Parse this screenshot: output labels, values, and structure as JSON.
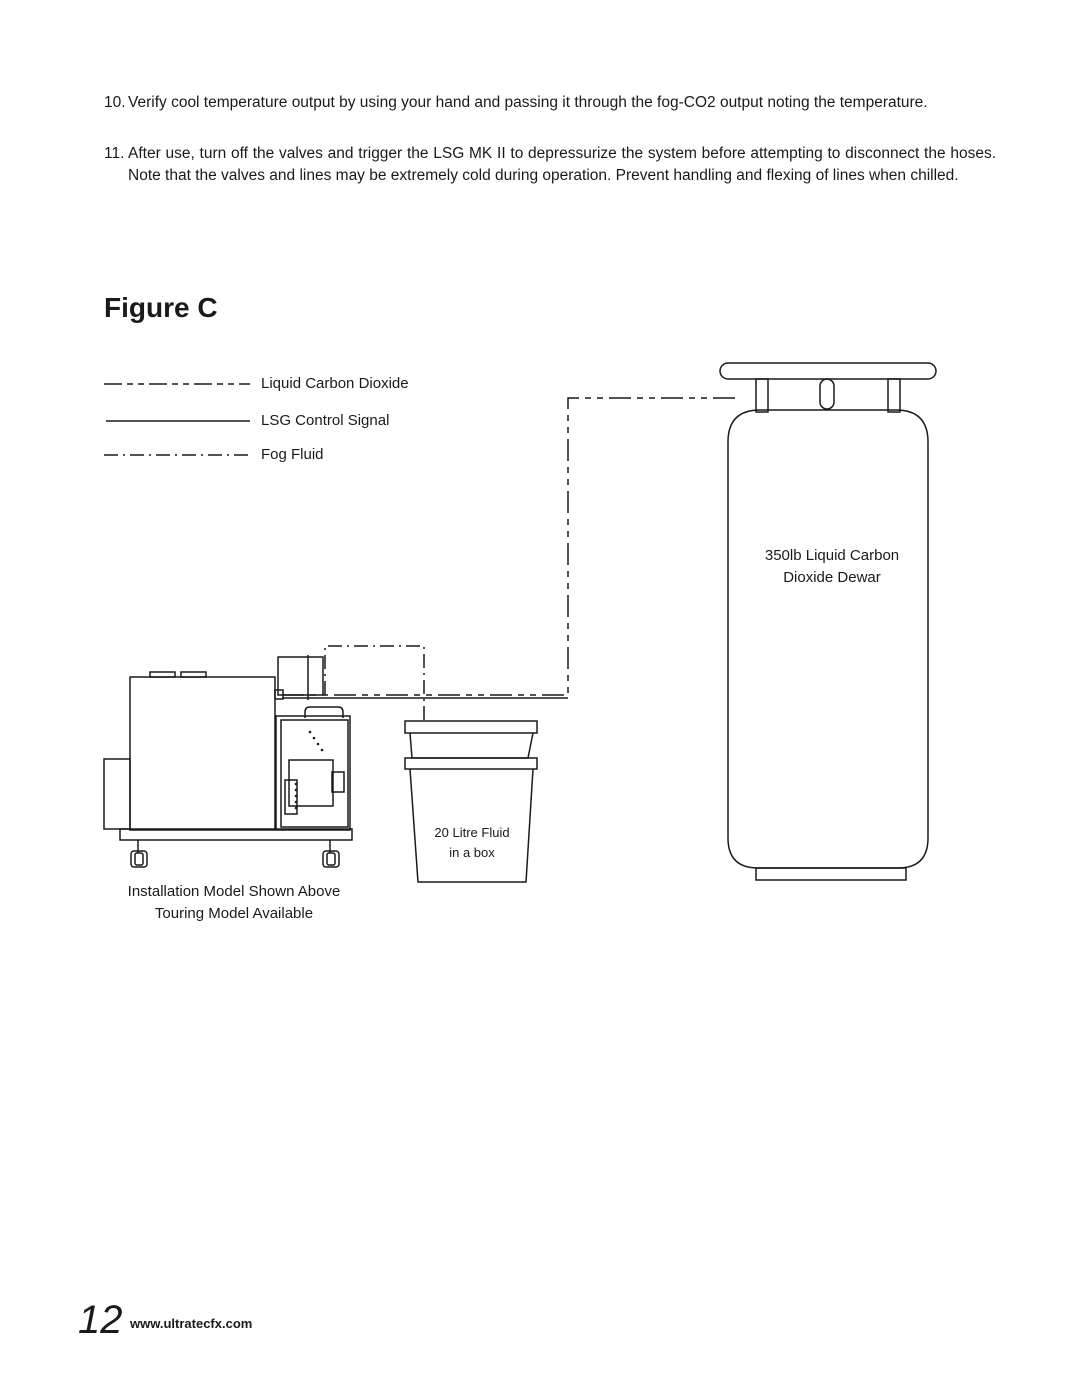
{
  "instructions": [
    {
      "number": "10.",
      "text": "Verify cool temperature output by using your hand and passing it through the fog-CO2 output noting the temperature."
    },
    {
      "number": "11.",
      "text": "After use, turn off the valves and trigger the LSG MK II to depressurize the system before attempting to disconnect the hoses. Note that the valves and lines may be extremely cold during operation. Prevent handling and flexing of lines when chilled."
    }
  ],
  "figure": {
    "title": "Figure C",
    "legend": [
      {
        "label": "Liquid Carbon Dioxide",
        "line_style": "long-dash-short-dash"
      },
      {
        "label": "LSG Control Signal",
        "line_style": "solid"
      },
      {
        "label": "Fog Fluid",
        "line_style": "dash-dot"
      }
    ],
    "machine_caption_line1": "Installation Model Shown Above",
    "machine_caption_line2": "Touring Model Available",
    "fluid_box_line1": "20 Litre Fluid",
    "fluid_box_line2": "in a box",
    "dewar_line1": "350lb Liquid Carbon",
    "dewar_line2": "Dioxide Dewar"
  },
  "footer": {
    "page_number": "12",
    "website": "www.ultratecfx.com"
  },
  "colors": {
    "ink": "#1a1a1a",
    "background": "#ffffff"
  }
}
